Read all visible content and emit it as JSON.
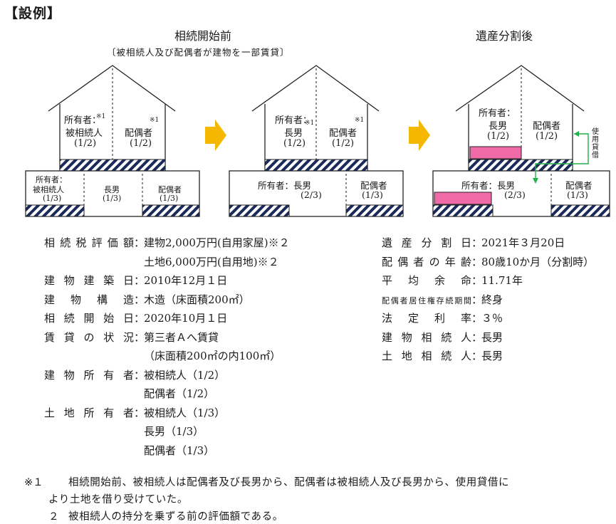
{
  "heading": "【設例】",
  "panels": {
    "before_title": "相続開始前",
    "before_subtitle": "〔被相続人及び配偶者が建物を一部賃貸〕",
    "after_title": "遺産分割後"
  },
  "house1": {
    "upper_left_owner": "所有者：",
    "upper_left_name": "被相続人",
    "upper_left_share": "(1/2)",
    "upper_right_name": "配偶者",
    "upper_right_share": "(1/2)",
    "mark": "※1",
    "lower": [
      {
        "line1": "所有者：",
        "line2": "被相続人",
        "line3": "(1/3)"
      },
      {
        "line1": "",
        "line2": "長男",
        "line3": "(1/3)"
      },
      {
        "line1": "",
        "line2": "配偶者",
        "line3": "(1/3)"
      }
    ]
  },
  "house2": {
    "upper_left_owner": "所有者：",
    "upper_left_name": "長男",
    "upper_left_share": "(1/2)",
    "upper_right_name": "配偶者",
    "upper_right_share": "(1/2)",
    "mark": "※1",
    "lower_left": "所有者：長男",
    "lower_left_share": "(2/3)",
    "lower_right_name": "配偶者",
    "lower_right_share": "(1/3)"
  },
  "house3": {
    "upper_left_owner": "所有者：",
    "upper_left_name": "長男",
    "upper_left_share": "(1/2)",
    "upper_right_name": "配偶者",
    "upper_right_share": "(1/2)",
    "lower_left": "所有者：長男",
    "lower_left_share": "(2/3)",
    "lower_right_name": "配偶者",
    "lower_right_share": "(1/3)",
    "side_label": [
      "使",
      "用",
      "貸",
      "借"
    ]
  },
  "colors": {
    "arrow": "#f5b800",
    "pink": "#f06aa8",
    "green": "#22b14c",
    "hatch": "#1a2a5a"
  },
  "facts_left": [
    {
      "key": "相続税評価額",
      "value": "建物2,000万円(自用家屋)※２"
    },
    {
      "key": "",
      "value": "土地6,000万円(自用地)※２"
    },
    {
      "key": "建物建築日",
      "value": "2010年12月１日"
    },
    {
      "key": "建物構造",
      "value": "木造（床面積200㎡）"
    },
    {
      "key": "相続開始日",
      "value": "2020年10月１日"
    },
    {
      "key": "賃貸の状況",
      "value": "第三者Ａへ賃貸"
    },
    {
      "key": "",
      "value": "（床面積200㎡の内100㎡）"
    },
    {
      "key": "建物所有者",
      "value": "被相続人（1/2）"
    },
    {
      "key": "",
      "value": "配偶者（1/2）"
    },
    {
      "key": "土地所有者",
      "value": "被相続人（1/3）"
    },
    {
      "key": "",
      "value": "長男（1/3）"
    },
    {
      "key": "",
      "value": "配偶者（1/3）"
    }
  ],
  "facts_right": [
    {
      "key": "遺産分割日",
      "value": "2021年３月20日"
    },
    {
      "key": "配偶者の年齢",
      "value": "80歳10か月（分割時）"
    },
    {
      "key": "平均余命",
      "value": "11.71年"
    },
    {
      "key": "配偶者居住権存続期間",
      "value": "終身"
    },
    {
      "key": "法定利率",
      "value": "３％"
    },
    {
      "key": "建物相続人",
      "value": "長男"
    },
    {
      "key": "土地相続人",
      "value": "長男"
    }
  ],
  "notes": {
    "n1_mark": "※１",
    "n1_line1": "相続開始前、被相続人は配偶者及び長男から、配偶者は被相続人及び長男から、使用貸借に",
    "n1_line2": "より土地を借り受けていた。",
    "n2_mark": "２",
    "n2_text": "被相続人の持分を乗ずる前の評価額である。"
  }
}
